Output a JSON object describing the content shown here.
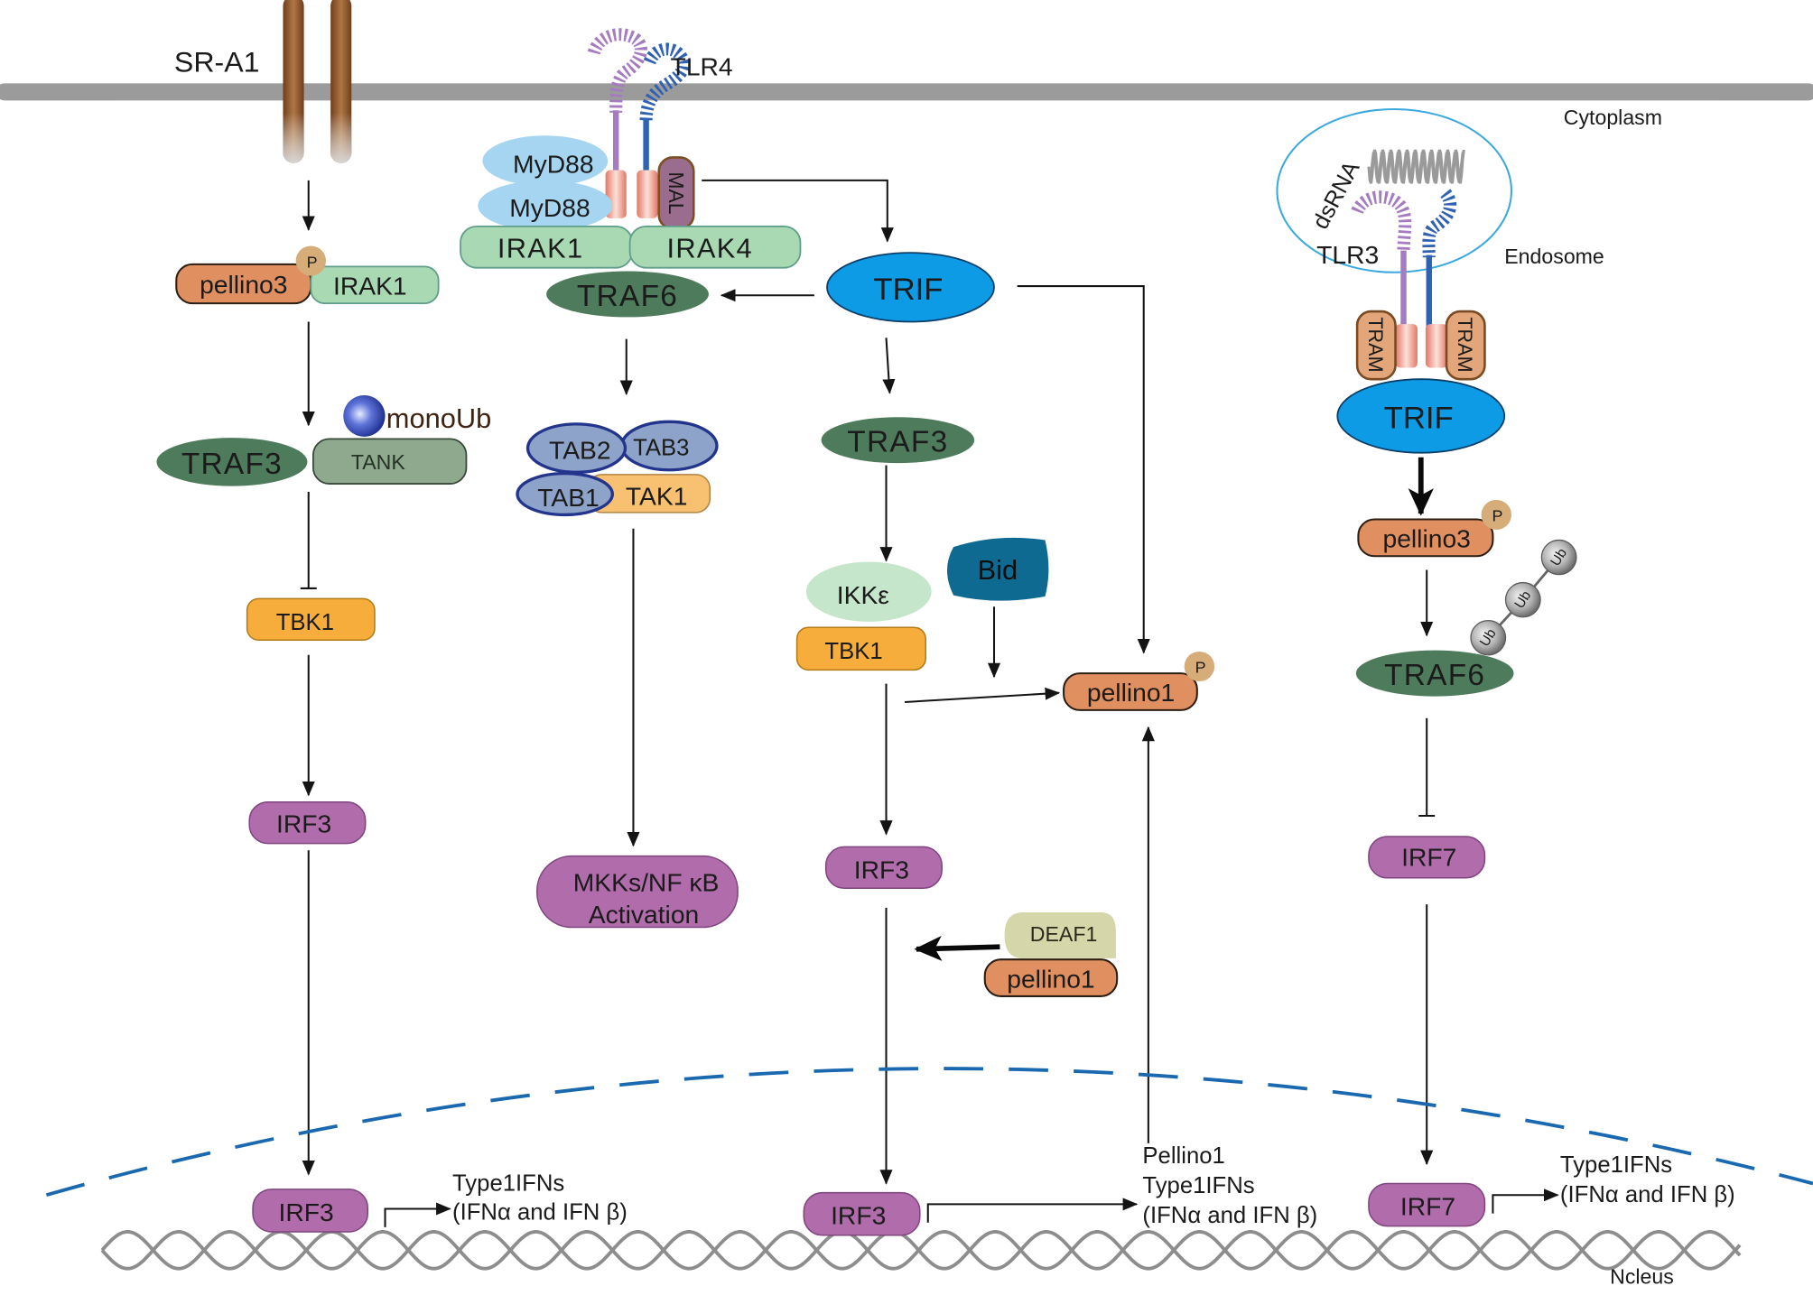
{
  "compartments": {
    "cytoplasm": "Cytoplasm",
    "endosome": "Endosome",
    "nucleus": "Ncleus"
  },
  "receptors": {
    "sr_a1": "SR-A1",
    "tlr4": "TLR4",
    "tlr3": "TLR3",
    "dsrna": "dsRNA"
  },
  "tlr4_complex": {
    "myd88_top": "MyD88",
    "myd88_bottom": "MyD88",
    "mal": "MAL",
    "irak1": "IRAK1",
    "irak4": "IRAK4",
    "traf6": "TRAF6",
    "trif": "TRIF"
  },
  "sr_a1_pathway": {
    "pellino3": "pellino3",
    "phospho": "P",
    "irak1": "IRAK1",
    "monoub": "monoUb",
    "traf3": "TRAF3",
    "tank": "TANK",
    "tbk1": "TBK1",
    "irf3": "IRF3"
  },
  "nfkb_pathway": {
    "tab2": "TAB2",
    "tab3": "TAB3",
    "tab1": "TAB1",
    "tak1": "TAK1",
    "output_line1": "MKKs/NF κB",
    "output_line2": "Activation"
  },
  "trif_pathway": {
    "traf3": "TRAF3",
    "ikke": "IKKε",
    "bid": "Bid",
    "tbk1": "TBK1",
    "pellino1": "pellino1",
    "phospho": "P",
    "irf3": "IRF3",
    "deaf1": "DEAF1",
    "pellino1_deaf1": "pellino1"
  },
  "tlr3_pathway": {
    "tram_left": "TRAM",
    "tram_right": "TRAM",
    "trif": "TRIF",
    "pellino3": "pellino3",
    "phospho": "P",
    "ub": [
      "Ub",
      "Ub",
      "Ub"
    ],
    "traf6": "TRAF6",
    "irf7": "IRF7"
  },
  "nuclear_outputs": {
    "left": {
      "factor": "IRF3",
      "line1": "Type1IFNs",
      "line2": "(IFNα and IFN β)"
    },
    "middle": {
      "factor": "IRF3",
      "line1": "Pellino1",
      "line2": "Type1IFNs",
      "line3": "(IFNα and IFN β)"
    },
    "right": {
      "factor": "IRF7",
      "line1": "Type1IFNs",
      "line2": "(IFNα and IFN β)"
    }
  },
  "colors": {
    "membrane": "#9b9b9b",
    "myd88": "#a6d5f2",
    "irak": "#a9d9b3",
    "traf": "#4e7b5b",
    "trif": "#0d9be6",
    "pellino": "#e08f60",
    "phospho": "#d6ac78",
    "tbk1": "#f6ad3b",
    "irf": "#b16cab",
    "tab": "#8ea3c9",
    "tak1": "#f8c172",
    "ikke": "#c5e6ca",
    "bid": "#0f6a92",
    "deaf1": "#d5d6a9",
    "tram": "#e3a57a",
    "tank": "#8fa98f",
    "mal": "#9a6d8e",
    "nucleus_border": "#1a69b0",
    "endosome_border": "#3aa9dd"
  }
}
